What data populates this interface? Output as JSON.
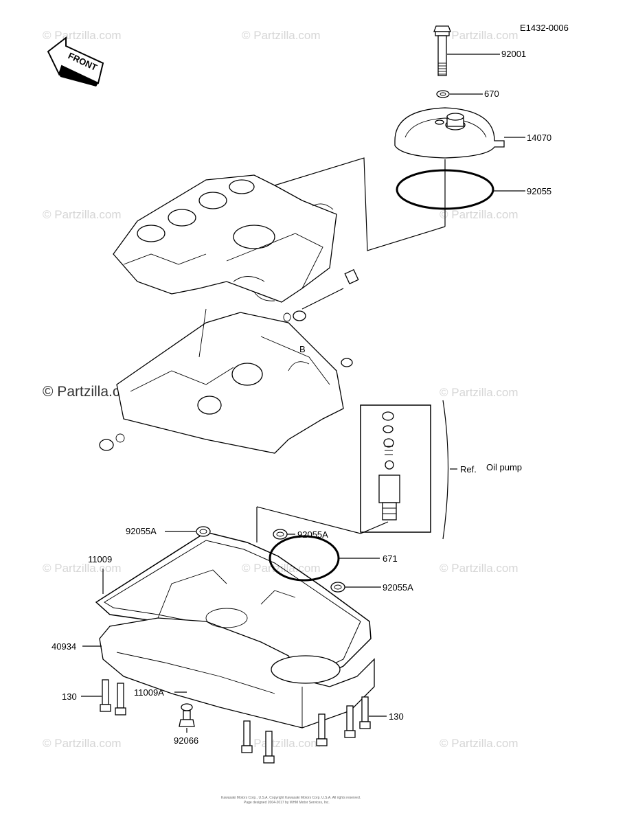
{
  "diagram": {
    "code": "E1432-0006",
    "front_label": "FRONT",
    "watermark": "© Partzilla.com",
    "ref_label": "Ref.",
    "ref_part": "Oil pump",
    "footer_line1": "Kawasaki Motors Corp., U.S.A. Copyright Kawasaki Motors Corp. U.S.A. All rights reserved.",
    "footer_line2": "Page designed 2004-2017 by WHM Motor Services, Inc.",
    "callouts": {
      "p92001": "92001",
      "p670": "670",
      "p14070": "14070",
      "p92055": "92055",
      "p92055A_1": "92055A",
      "p92055A_2": "92055A",
      "p92055A_3": "92055A",
      "p671": "671",
      "p11009": "11009",
      "p40934": "40934",
      "p130_left": "130",
      "p130_right": "130",
      "p11009A": "11009A",
      "p92066": "92066",
      "small_b": "B"
    }
  }
}
